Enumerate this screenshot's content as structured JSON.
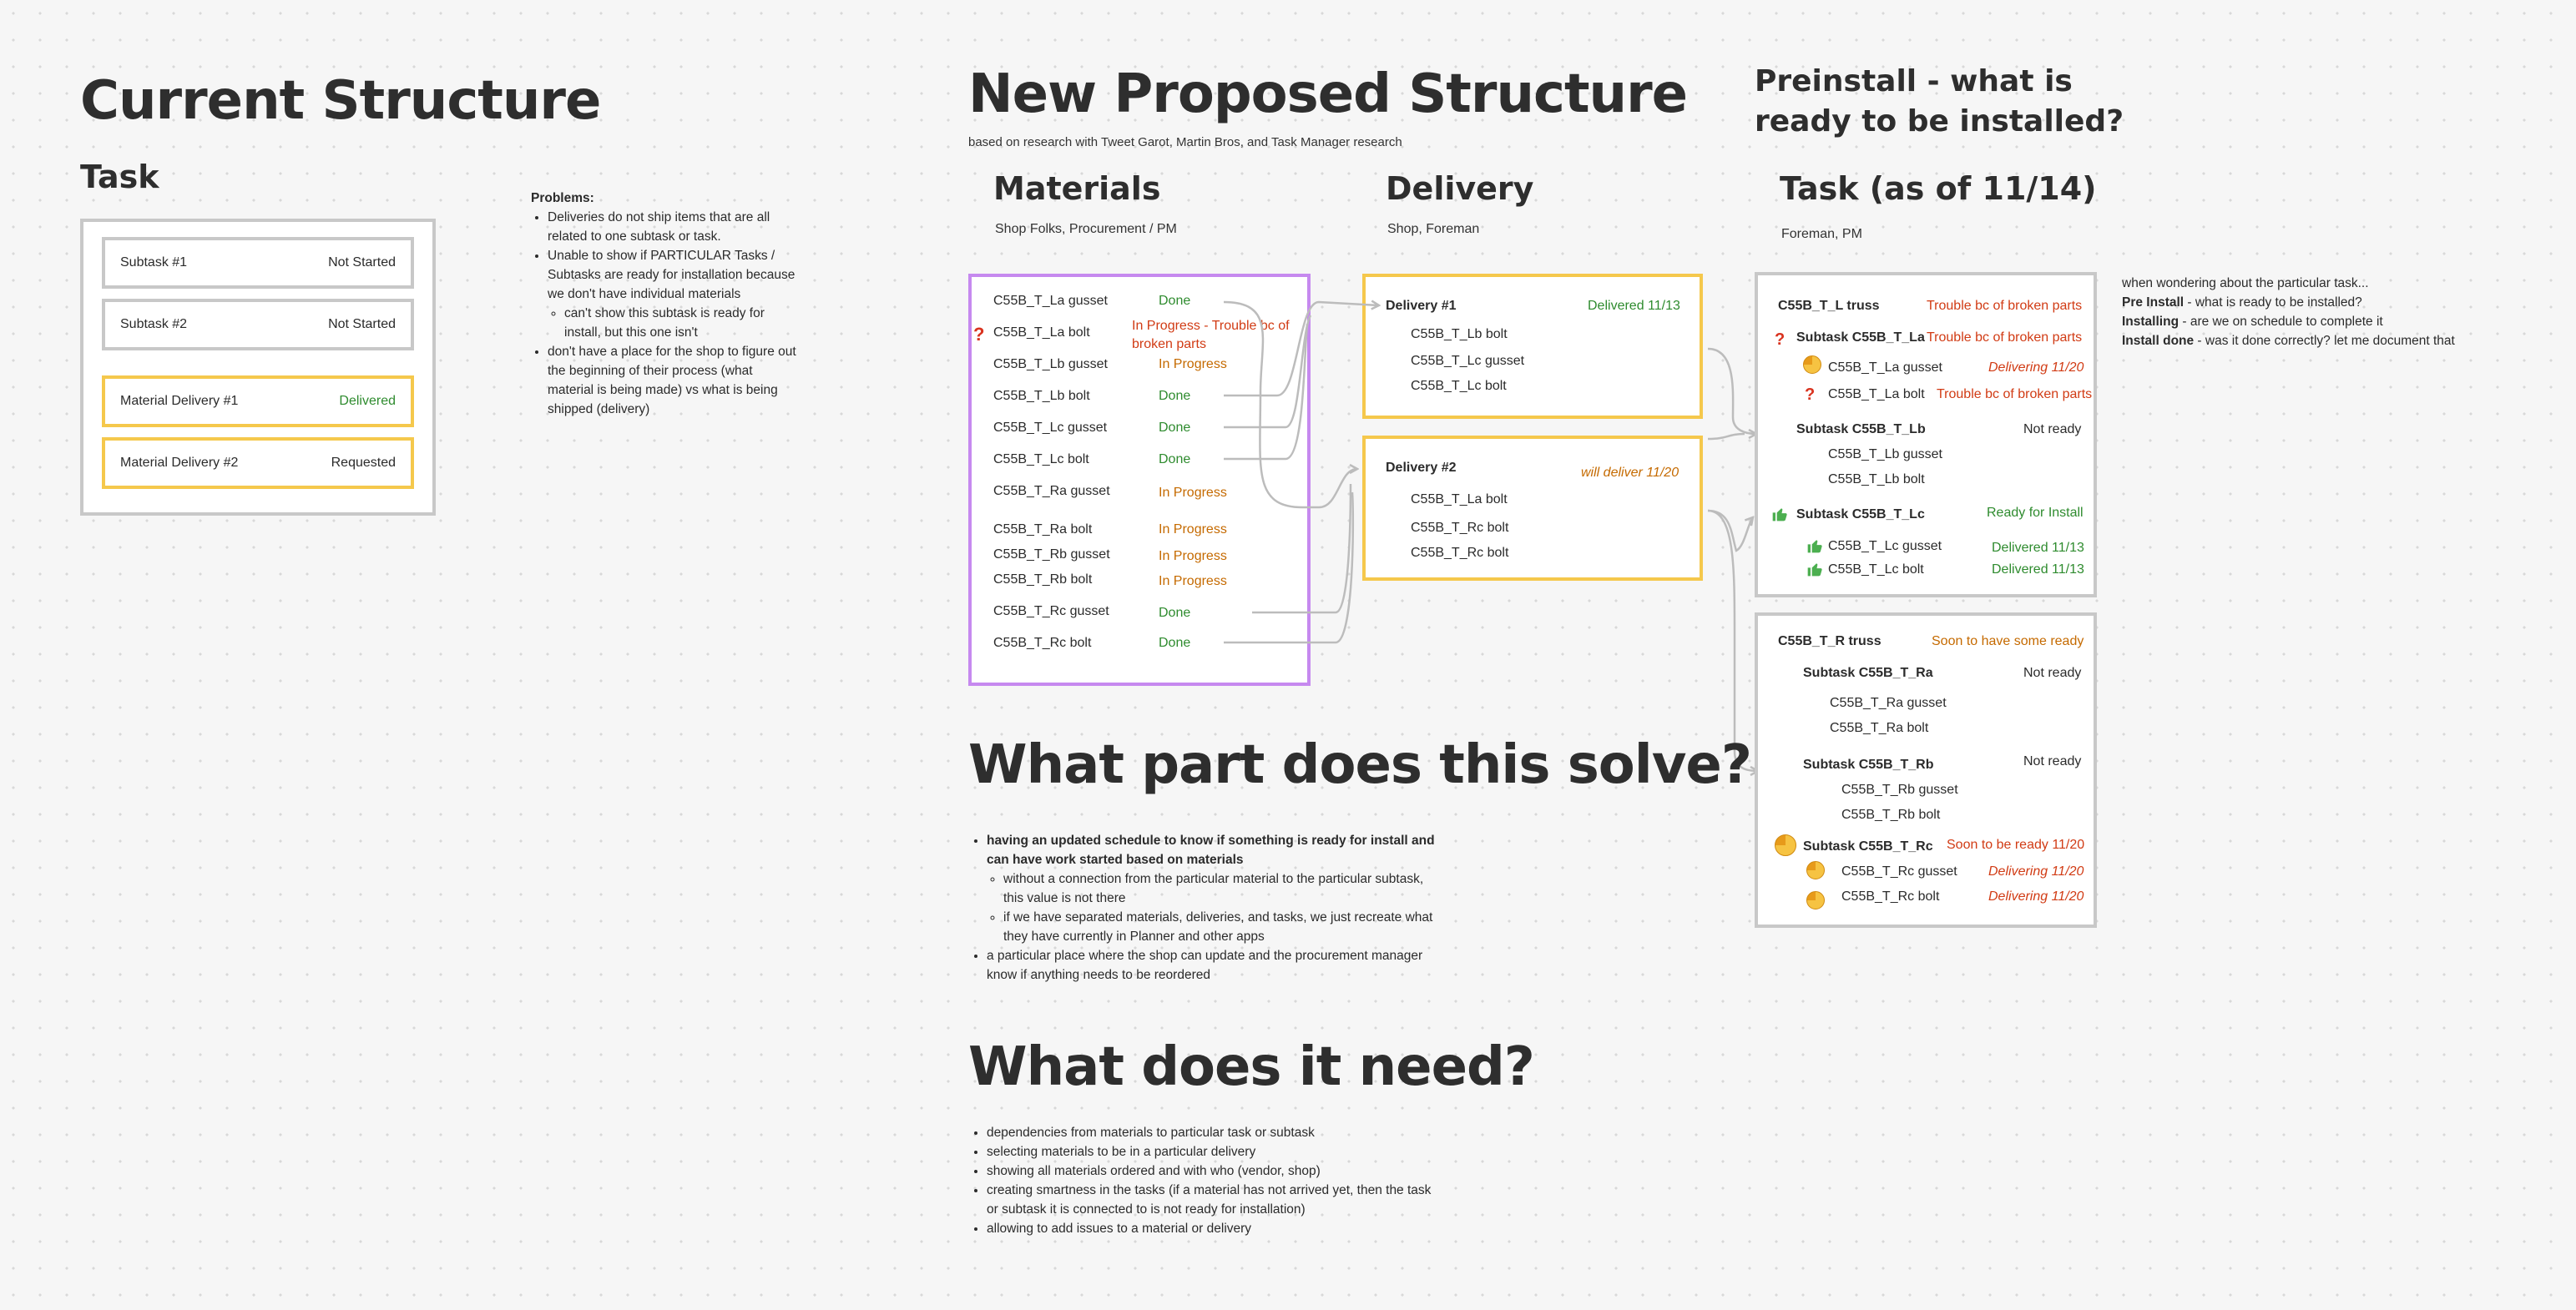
{
  "current": {
    "title": "Current Structure",
    "task_label": "Task",
    "rows": [
      {
        "name": "Subtask #1",
        "status": "Not Started"
      },
      {
        "name": "Subtask #2",
        "status": "Not Started"
      },
      {
        "name": "Material Delivery #1",
        "status": "Delivered"
      },
      {
        "name": "Material Delivery #2",
        "status": "Requested"
      }
    ],
    "problems_title": "Problems:",
    "problems": [
      "Deliveries do not ship items that are all related to one subtask or task.",
      "Unable to show if PARTICULAR Tasks / Subtasks are ready for installation because we don't have individual materials",
      "can't show this subtask is ready for install, but this one isn't",
      "don't have a place for the shop to figure out the beginning of their process (what material is being made) vs what is being shipped (delivery)"
    ]
  },
  "proposed": {
    "title": "New Proposed Structure",
    "subtitle": "based on research with Tweet Garot, Martin Bros, and Task Manager research",
    "materials": {
      "title": "Materials",
      "sub": "Shop Folks, Procurement / PM",
      "items": [
        {
          "name": "C55B_T_La gusset",
          "status": "Done"
        },
        {
          "name": "C55B_T_La bolt",
          "status": "In Progress - Trouble bc of",
          "status2": "broken parts"
        },
        {
          "name": "C55B_T_Lb gusset",
          "status": "In Progress"
        },
        {
          "name": "C55B_T_Lb bolt",
          "status": "Done"
        },
        {
          "name": "C55B_T_Lc gusset",
          "status": "Done"
        },
        {
          "name": "C55B_T_Lc bolt",
          "status": "Done"
        },
        {
          "name": "C55B_T_Ra gusset",
          "status": "In Progress"
        },
        {
          "name": "C55B_T_Ra bolt",
          "status": "In Progress"
        },
        {
          "name": "C55B_T_Rb gusset",
          "status": "In Progress"
        },
        {
          "name": "C55B_T_Rb bolt",
          "status": "In Progress"
        },
        {
          "name": "C55B_T_Rc gusset",
          "status": "Done"
        },
        {
          "name": "C55B_T_Rc bolt",
          "status": "Done"
        }
      ]
    },
    "delivery": {
      "title": "Delivery",
      "sub": "Shop, Foreman",
      "deliveries": [
        {
          "name": "Delivery #1",
          "status": "Delivered 11/13",
          "items": [
            "C55B_T_Lb bolt",
            "C55B_T_Lc gusset",
            "C55B_T_Lc bolt"
          ]
        },
        {
          "name": "Delivery #2",
          "status": "will deliver 11/20",
          "items": [
            "C55B_T_La bolt",
            "C55B_T_Rc bolt",
            "C55B_T_Rc bolt"
          ]
        }
      ]
    }
  },
  "preinstall": {
    "title_line1": "Preinstall  - what is",
    "title_line2": "ready to be installed?",
    "task_title": "Task (as of 11/14)",
    "task_sub": "Foreman, PM",
    "l_truss": {
      "name": "C55B_T_L truss",
      "status": "Trouble bc of broken parts",
      "subtasks": [
        {
          "name": "Subtask C55B_T_La",
          "status": "Trouble bc of broken parts",
          "items": [
            {
              "name": "C55B_T_La gusset",
              "status": "Delivering 11/20"
            },
            {
              "name": "C55B_T_La bolt",
              "status": "Trouble bc of broken parts"
            }
          ]
        },
        {
          "name": "Subtask C55B_T_Lb",
          "status": "Not ready",
          "items": [
            {
              "name": "C55B_T_Lb gusset",
              "status": ""
            },
            {
              "name": "C55B_T_Lb bolt",
              "status": ""
            }
          ]
        },
        {
          "name": "Subtask C55B_T_Lc",
          "status": "Ready for Install",
          "items": [
            {
              "name": "C55B_T_Lc gusset",
              "status": "Delivered 11/13"
            },
            {
              "name": "C55B_T_Lc bolt",
              "status": "Delivered 11/13"
            }
          ]
        }
      ]
    },
    "r_truss": {
      "name": "C55B_T_R truss",
      "status": "Soon to have some ready",
      "subtasks": [
        {
          "name": "Subtask C55B_T_Ra",
          "status": "Not ready",
          "items": [
            {
              "name": "C55B_T_Ra gusset",
              "status": ""
            },
            {
              "name": "C55B_T_Ra bolt",
              "status": ""
            }
          ]
        },
        {
          "name": "Subtask C55B_T_Rb",
          "status": "Not ready",
          "items": [
            {
              "name": "C55B_T_Rb gusset",
              "status": ""
            },
            {
              "name": "C55B_T_Rb bolt",
              "status": ""
            }
          ]
        },
        {
          "name": "Subtask C55B_T_Rc",
          "status": "Soon to be ready 11/20",
          "items": [
            {
              "name": "C55B_T_Rc gusset",
              "status": "Delivering 11/20"
            },
            {
              "name": "C55B_T_Rc bolt",
              "status": "Delivering 11/20"
            }
          ]
        }
      ]
    },
    "notes": {
      "intro": "when wondering about the particular task...",
      "lines": [
        {
          "label": "Pre Install",
          "text": " - what is ready to be installed?"
        },
        {
          "label": "Installing",
          "text": " - are we on schedule to complete it"
        },
        {
          "label": "Install done",
          "text": " - was it done correctly?  let me document that"
        }
      ]
    }
  },
  "solve": {
    "title": "What part does this solve?",
    "points": [
      "having an updated schedule to know if something is ready for install and can have work started based on materials",
      "without a connection from the particular material to the particular subtask, this value is not there",
      "if we have separated materials, deliveries, and tasks, we just recreate what they have currently in Planner and other apps",
      "a particular place where the shop can update and the procurement manager know if anything needs to be reordered"
    ]
  },
  "needs": {
    "title": "What does it need?",
    "points": [
      "dependencies from materials to particular task or subtask",
      "selecting materials to be in a particular delivery",
      "showing all materials ordered and with who (vendor, shop)",
      "creating smartness in the tasks (if a material has not arrived yet, then the task or subtask it is connected to is not ready for installation)",
      "allowing to add issues to a material or delivery"
    ]
  },
  "icons": {
    "question": "question-mark-icon",
    "pending": "clock-pie-icon",
    "ready": "thumbs-up-icon"
  },
  "colors": {
    "done": "#2e8b2e",
    "in_progress": "#c56a00",
    "trouble": "#d13b14",
    "box_gray": "#c8c8c8",
    "box_yellow": "#f5c84c",
    "box_purple": "#c689ef"
  }
}
